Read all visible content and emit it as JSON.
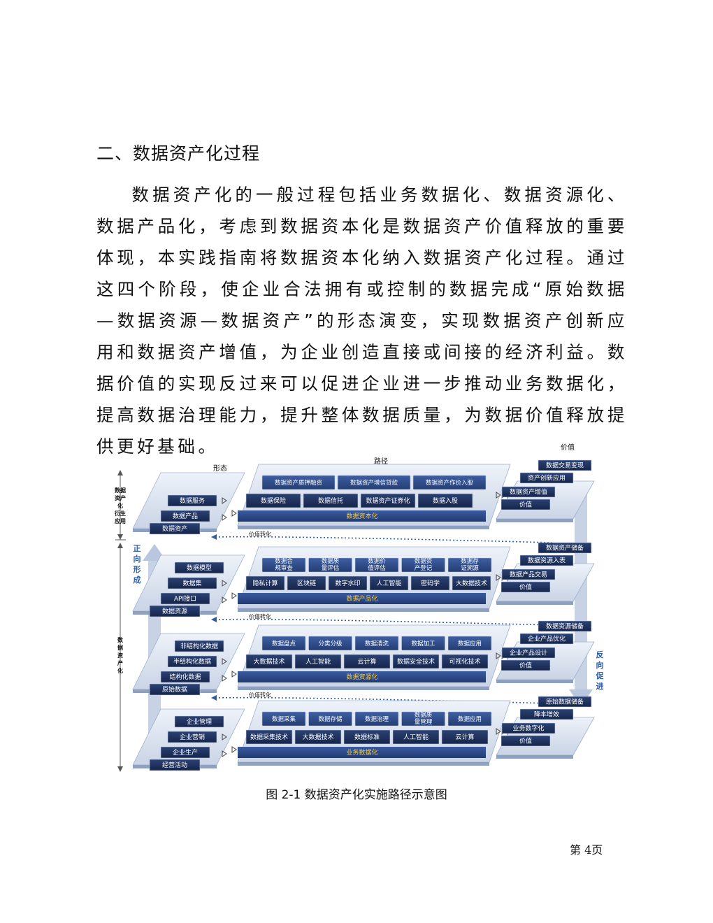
{
  "heading": "二、数据资产化过程",
  "paragraph": "数据资产化的一般过程包括业务数据化、数据资源化、数据产品化，考虑到数据资本化是数据资产价值释放的重要体现，本实践指南将数据资本化纳入数据资产化过程。通过这四个阶段，使企业合法拥有或控制的数据完成“原始数据—数据资源—数据资产”的形态演变，实现数据资产创新应用和数据资产增值，为企业创造直接或间接的经济利益。数据价值的实现反过来可以促进企业进一步推动业务数据化，提高数据治理能力，提升整体数据质量，为数据价值释放提供更好基础。",
  "figure": {
    "col_titles": {
      "form": "形态",
      "path": "路径",
      "value": "价值"
    },
    "side_labels": {
      "top": "数据资产化衍生应用",
      "bottom": "数据资产化"
    },
    "forward": "正向形成",
    "reverse": "反向促进",
    "value_conversion": [
      "价值转化",
      "价值转化",
      "价值转化"
    ],
    "tiers": [
      {
        "form_base": "数据资产",
        "form_items": [
          "数据服务",
          "数据产品"
        ],
        "path_top": [
          "数据资产质押融资",
          "数据资产增信贷款",
          "数据资产作价入股"
        ],
        "path_bottom": [
          "数据保险",
          "数据信托",
          "数据资产证券化",
          "数据入股"
        ],
        "path_name": "数据资本化",
        "value_base": "价值",
        "value_items": [
          "数据交易变现",
          "资产创新应用",
          "数据资产增值"
        ]
      },
      {
        "form_base": "数据资源",
        "form_items": [
          "数据模型",
          "数据集",
          "API接口"
        ],
        "path_top": [
          "数据合规审查",
          "数据质量评估",
          "数据价值评估",
          "数据资产登记",
          "数据存证溯源"
        ],
        "path_bottom": [
          "隐私计算",
          "区块链",
          "数字水印",
          "人工智能",
          "密码学",
          "大数据技术"
        ],
        "path_name": "数据产品化",
        "value_base": "价值",
        "value_items": [
          "数据资产储备",
          "数据资源入表",
          "数据产品交易"
        ]
      },
      {
        "form_base": "原始数据",
        "form_items": [
          "非结构化数据",
          "半结构化数据",
          "结构化数据"
        ],
        "path_top": [
          "数据盘点",
          "分类分级",
          "数据清洗",
          "数据加工",
          "数据应用"
        ],
        "path_bottom": [
          "大数据技术",
          "人工智能",
          "云计算",
          "数据安全技术",
          "可视化技术"
        ],
        "path_name": "数据资源化",
        "value_base": "价值",
        "value_items": [
          "数据资源储备",
          "企业产品优化",
          "企业产品设计"
        ]
      },
      {
        "form_base": "经营活动",
        "form_items": [
          "企业管理",
          "企业营销",
          "企业生产"
        ],
        "path_top": [
          "数据采集",
          "数据存储",
          "数据治理",
          "数据质量管理",
          "数据应用"
        ],
        "path_bottom": [
          "数据采集技术",
          "大数据技术",
          "数据标准",
          "人工智能",
          "云计算"
        ],
        "path_name": "业务数据化",
        "value_base": "价值",
        "value_items": [
          "原始数据储备",
          "降本增效",
          "业务数字化"
        ]
      }
    ]
  },
  "caption": "图 2-1  数据资产化实施路径示意图",
  "page_number": "第 4页",
  "colors": {
    "dark_box": "#1c2f55",
    "mid_blue": "#2e4f8f",
    "platform": "#dbe3f0",
    "accent_text": "#f2c94c",
    "arrow_blue": "#2a5ea8"
  }
}
